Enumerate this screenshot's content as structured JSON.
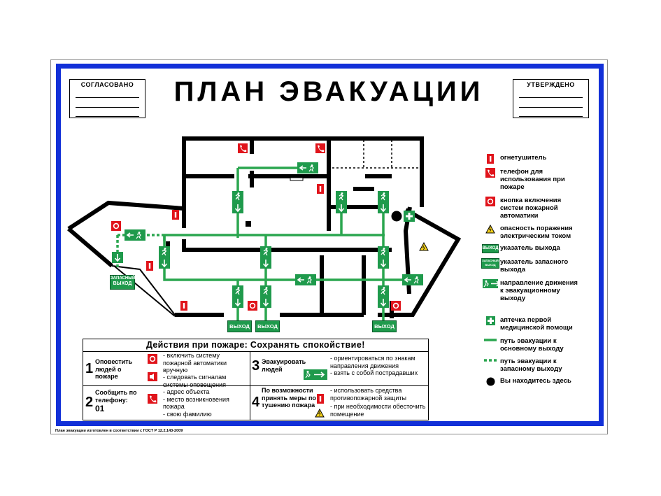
{
  "title": "ПЛАН ЭВАКУАЦИИ",
  "approved_left": "СОГЛАСОВАНО",
  "approved_right": "УТВЕРЖДЕНО",
  "exit_label": "ВЫХОД",
  "spare_exit_label_line1": "ЗАПАСНЫЙ",
  "spare_exit_label_line2": "ВЫХОД",
  "legend": {
    "extinguisher": "огнетушитель",
    "phone": "телефон для использования при пожаре",
    "alarm_button": "кнопка включения систем пожарной автоматики",
    "electric_hazard": "опасность поражения электрическим током",
    "exit_sign": "указатель выхода",
    "spare_exit_sign": "указатель запасного выхода",
    "direction": "направление движения к эвакуационному выходу",
    "first_aid": "аптечка первой медицинской помощи",
    "main_route": "путь эвакуации к основному выходу",
    "spare_route": "путь эвакуации к запасному выходу",
    "you_are_here": "Вы находитесь здесь"
  },
  "actions": {
    "header_bold": "Действия при пожаре:",
    "header_rest": "Сохранять спокойствие!",
    "a1_num": "1",
    "a1_title": "Оповестить людей о пожаре",
    "a1_text1": "- включить систему пожарной автоматики вручную",
    "a1_text2": "- следовать сигналам системы оповещения",
    "a2_num": "2",
    "a2_title": "Сообщить по телефону:",
    "a2_phone": "01",
    "a2_text": "- адрес объекта\n- место возникновения пожара\n- свою фамилию",
    "a3_num": "3",
    "a3_title": "Эвакуировать людей",
    "a3_text": "- ориентироваться по знакам направления движения\n- взять с собой пострадавших",
    "a4_num": "4",
    "a4_title": "По возможности принять меры по тушению пожара",
    "a4_text1": "- использовать средства противопожарной защиты",
    "a4_text2": "- при необходимости обесточить помещение"
  },
  "footer": "План эвакуации изготовлен в соответствии с ГОСТ Р 12.2.143-2009",
  "colors": {
    "frame_blue": "#1230d8",
    "route_green": "#2aa64f",
    "sign_green": "#1f9a4c",
    "red": "#e0141b"
  }
}
